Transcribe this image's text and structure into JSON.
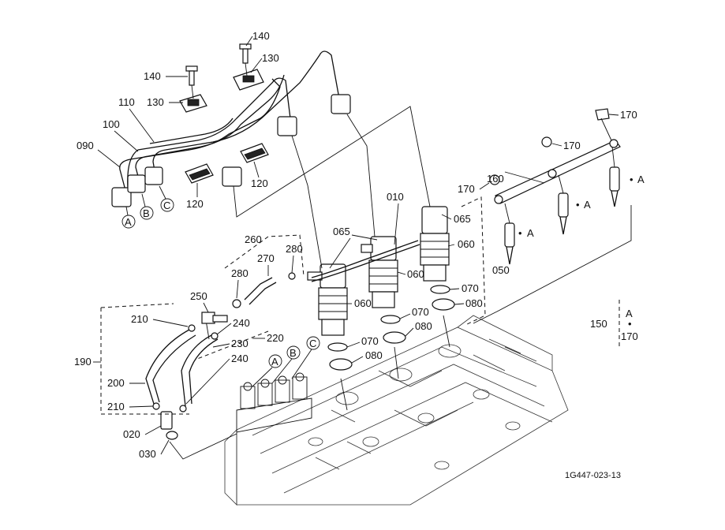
{
  "drawing": {
    "code": "1G447-023-13",
    "markers": {
      "a": "A",
      "b": "B",
      "c": "C"
    },
    "dot": "•",
    "parts": {
      "p010": "010",
      "p020": "020",
      "p030": "030",
      "p050": "050",
      "p060": "060",
      "p065": "065",
      "p070": "070",
      "p080": "080",
      "p090": "090",
      "p100": "100",
      "p110": "110",
      "p120": "120",
      "p130": "130",
      "p140": "140",
      "p150": "150",
      "p160": "160",
      "p170": "170",
      "p190": "190",
      "p200": "200",
      "p210": "210",
      "p220": "220",
      "p230": "230",
      "p240": "240",
      "p250": "250",
      "p260": "260",
      "p270": "270",
      "p280": "280"
    }
  }
}
